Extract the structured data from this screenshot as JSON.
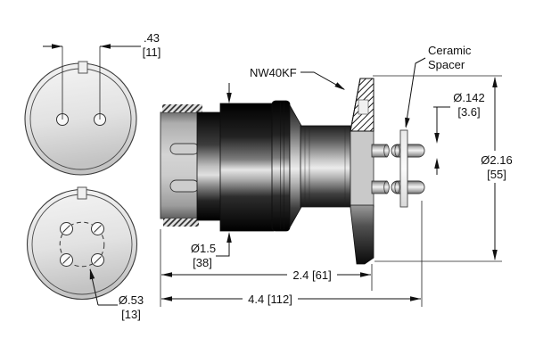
{
  "labels": {
    "flange_type": "NW40KF",
    "ceramic_spacer_line1": "Ceramic",
    "ceramic_spacer_line2": "Spacer"
  },
  "dimensions": {
    "pin_spacing_in": ".43",
    "pin_spacing_mm": "[11]",
    "socket_circle_dia_in": "Ø.53",
    "socket_circle_dia_mm": "[13]",
    "body_dia_in": "Ø1.5",
    "body_dia_mm": "[38]",
    "pin_dia_in": "Ø.142",
    "pin_dia_mm": "[3.6]",
    "flange_dia_in": "Ø2.16",
    "flange_dia_mm": "[55]",
    "body_length": "2.4 [61]",
    "overall_length": "4.4 [112]"
  }
}
